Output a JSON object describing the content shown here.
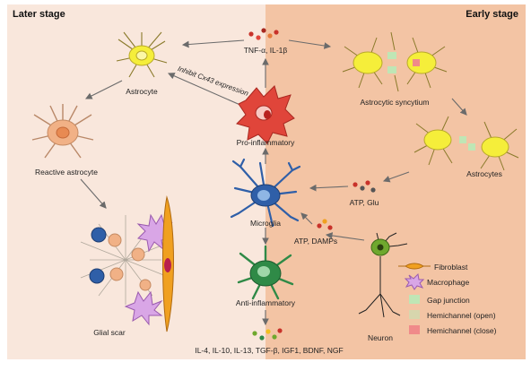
{
  "headers": {
    "left": "Later stage",
    "right": "Early stage"
  },
  "cells": {
    "astrocyte": "Astrocyte",
    "reactive_astrocyte": "Reactive astrocyte",
    "glial_scar": "Glial scar",
    "pro_inflammatory": "Pro-inflammatory",
    "microglia": "Microglia",
    "anti_inflammatory": "Anti-inflammatory",
    "astrocytic_syncytium": "Astrocytic syncytium",
    "astrocytes": "Astrocytes",
    "neuron": "Neuron"
  },
  "signals": {
    "tnf": "TNF-α, IL-1β",
    "atp_glu": "ATP, Glu",
    "atp_damps": "ATP, DAMPs",
    "cytokines": "IL-4, IL-10, IL-13, TGF-β, IGF1, BDNF, NGF",
    "inhibit": "Inhibit Cx43 expression"
  },
  "legend": {
    "fibroblast": "Fibroblast",
    "macrophage": "Macrophage",
    "gap_junction": "Gap junction",
    "hemichannel_open": "Hemichannel (open)",
    "hemichannel_close": "Hemichannel (close)"
  },
  "colors": {
    "left_bg": "#f9e7dc",
    "right_bg": "#f3c4a4",
    "astrocyte_yellow": "#f5ee3a",
    "reactive_orange": "#f1b186",
    "microglia_blue": "#2f5fa8",
    "pro_red": "#e0453a",
    "anti_green": "#2f8a47",
    "neuron_green": "#6fa82e",
    "macrophage_pink": "#d9a6e6",
    "gap_green": "#bfe6b5",
    "hemi_red": "#f08a8a"
  }
}
